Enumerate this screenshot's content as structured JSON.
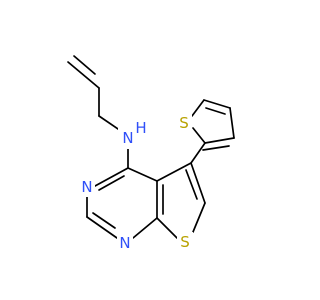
{
  "colors": {
    "background": "#ffffff",
    "bond": "#000000",
    "nitrogen": "#3050f8",
    "sulfur": "#b8a200"
  },
  "labels": {
    "amine_n": "N",
    "amine_h": "H",
    "pyrimidine_n_top": "N",
    "pyrimidine_n_bottom": "N",
    "fused_s": "S",
    "thienyl_s": "S"
  }
}
